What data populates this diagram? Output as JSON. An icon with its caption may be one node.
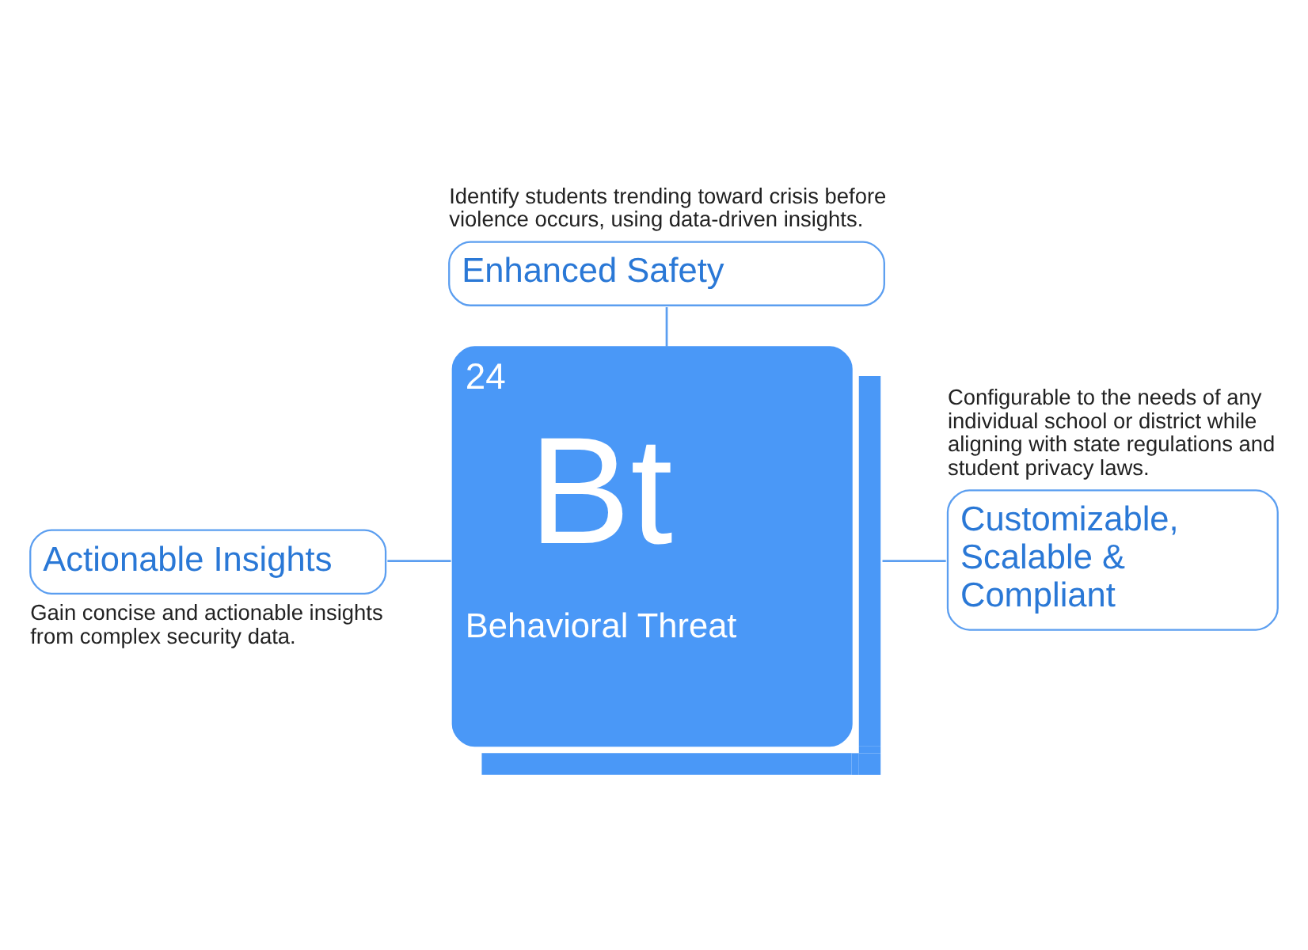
{
  "diagram": {
    "nodes": [
      {
        "text": [
          "Enhanced Safety"
        ],
        "beside": [
          "Identify students trending toward crisis before violence occurs, using data-driven insights."
        ]
      },
      {
        "text": [
          "24",
          "Bt",
          "Behavioral Threat"
        ]
      },
      {
        "text": [
          "Actionable Insights"
        ],
        "beside": [
          "Gain concise and actionable insights from complex security data."
        ]
      },
      {
        "text": [
          "Customizable, Scalable & Compliant"
        ],
        "beside": [
          "Configurable to the needs of any individual school or district while aligning with state regulations and student privacy laws."
        ]
      }
    ],
    "edges": [
      {
        "from": 0,
        "to": 1,
        "arrow": "none"
      },
      {
        "from": 2,
        "to": 1,
        "arrow": "none"
      },
      {
        "from": 1,
        "to": 3,
        "arrow": "none"
      }
    ]
  }
}
